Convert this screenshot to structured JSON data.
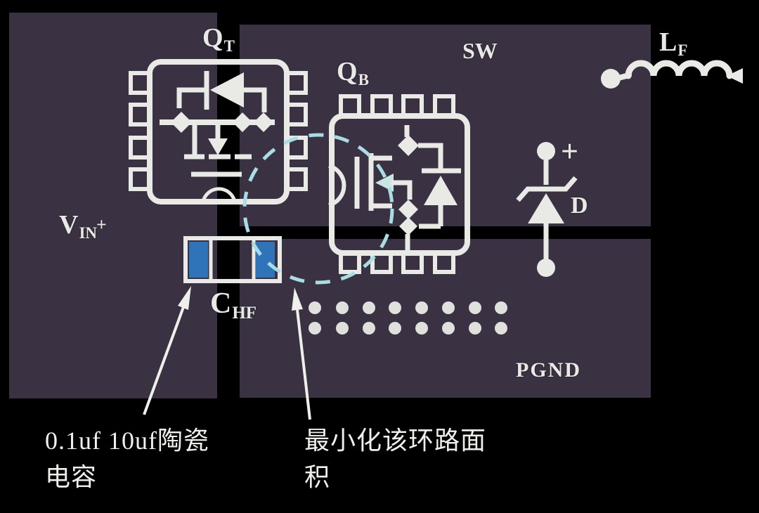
{
  "colors": {
    "background": "#000000",
    "copper_plane": "#3a3242",
    "silkscreen": "#e9e9e6",
    "capacitor_blue": "#2f74b8",
    "loop_dash": "#a9dde4",
    "via": "#e0e0dc",
    "qb_arrow_tint": "#c9e6e2"
  },
  "planes": {
    "vin": {
      "label": {
        "main": "V",
        "sub": "IN",
        "suffix": "+"
      }
    },
    "sw": {
      "label": "SW"
    },
    "pgnd": {
      "label": "PGND"
    }
  },
  "components": {
    "qt": {
      "label": {
        "main": "Q",
        "sub": "T"
      }
    },
    "qb": {
      "label": {
        "main": "Q",
        "sub": "B"
      }
    },
    "chf": {
      "label": {
        "main": "C",
        "sub": "HF"
      }
    },
    "lf": {
      "label": {
        "main": "L",
        "sub": "F"
      }
    },
    "diode": {
      "label": "D",
      "polarity": "+"
    }
  },
  "annotations": {
    "capacitor_note": {
      "line1": "0.1uf 10uf陶瓷",
      "line2": "电容"
    },
    "loop_note": {
      "line1": "最小化该环路面",
      "line2": "积"
    }
  }
}
